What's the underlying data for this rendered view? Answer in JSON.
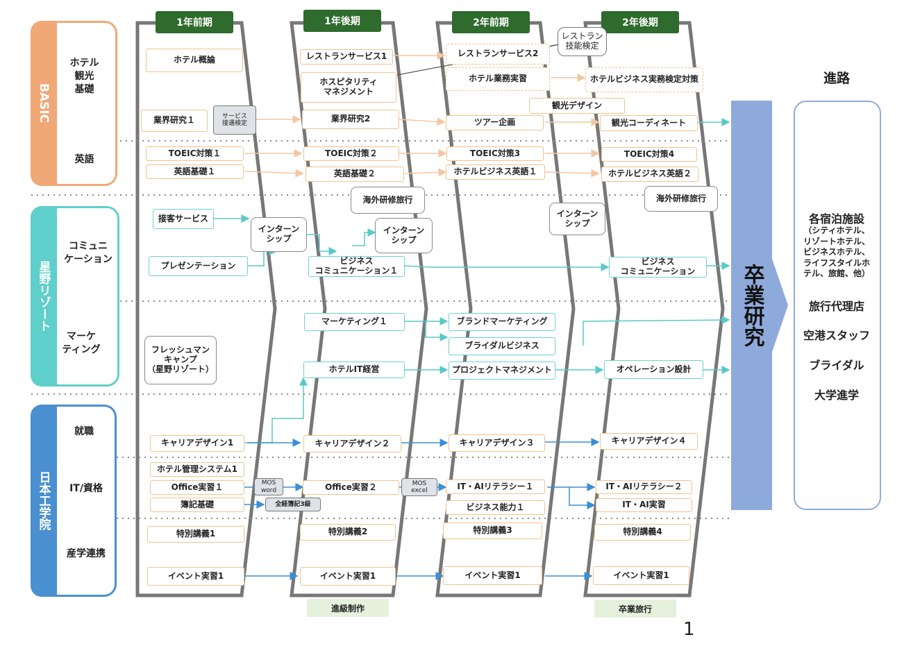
{
  "semesters": [
    "1年前期",
    "1年後期",
    "2年前期",
    "2年後期"
  ],
  "sections": {
    "basic": {
      "title": "BASIC",
      "color": "#f0a877",
      "subs": [
        "ホテル\n観光\n基礎",
        "英語"
      ]
    },
    "hoshino": {
      "title": "星野リゾート",
      "color": "#5fcfcb",
      "subs": [
        "コミュニ\nケーション",
        "マーケ\nティング"
      ]
    },
    "nihon": {
      "title": "日本工学院",
      "color": "#4a8fcf",
      "subs": [
        "就職",
        "IT/資格",
        "産学連携"
      ]
    }
  },
  "courses": {
    "hotel_gairon": "ホテル概論",
    "gyokai1": "業界研究１",
    "service_kentei": "サービス\n接遇検定",
    "toeic1": "TOEIC対策１",
    "eigo1": "英語基礎１",
    "restaurant1": "レストランサービス1",
    "hospitality": "ホスピタリティ\nマネジメント",
    "gyokai2": "業界研究2",
    "toeic2": "TOEIC対策２",
    "eigo2": "英語基礎２",
    "restaurant2": "レストランサービス2",
    "hotel_jisshu": "ホテル業務実習",
    "tour": "ツアー企画",
    "toeic3": "TOEIC対策3",
    "hb_eigo1": "ホテルビジネス英語１",
    "restaurant_kentei": "レストラン\n技能検定",
    "hb_kentei": "ホテルビジネス実務検定対策",
    "kanko_design": "観光デザイン",
    "kanko_coord": "観光コーディネート",
    "toeic4": "TOEIC対策4",
    "hb_eigo2": "ホテルビジネス英語２",
    "sekkyaku": "接客サービス",
    "presen": "プレゼンテーション",
    "intern1": "インターン\nシップ",
    "kaigai1": "海外研修旅行",
    "intern2": "インターン\nシップ",
    "bizcom1": "ビジネス\nコミュニケーション１",
    "intern3": "インターン\nシップ",
    "kaigai2": "海外研修旅行",
    "bizcom2": "ビジネス\nコミュニケーション",
    "freshman": "フレッシュマン\nキャンプ\n（星野リゾート）",
    "marketing1": "マーケティング１",
    "brand": "ブランドマーケティング",
    "bridal": "ブライダルビジネス",
    "hotel_it": "ホテルIT経営",
    "project": "プロジェクトマネジメント",
    "operation": "オペレーション設計",
    "career1": "キャリアデザイン1",
    "career2": "キャリアデザイン２",
    "career3": "キャリアデザイン３",
    "career4": "キャリアデザイン４",
    "hotel_sys": "ホテル管理システム1",
    "office1": "Office実習１",
    "mos_word": "MOS\nword",
    "boki": "簿記基礎",
    "zenkei": "全経簿記3級",
    "office2": "Office実習２",
    "mos_excel": "MOS\nexcel",
    "it_ai1": "IT・AIリテラシー１",
    "biz_noryoku": "ビジネス能力１",
    "it_ai2": "IT・AIリテラシー２",
    "it_ai_jisshu": "IT・AI実習",
    "tokubetsu1": "特別講義1",
    "tokubetsu2": "特別講義2",
    "tokubetsu3": "特別講義3",
    "tokubetsu4": "特別講義4",
    "event1": "イベント実習1",
    "event2": "イベント実習1",
    "event3": "イベント実習1",
    "event4": "イベント実習1"
  },
  "notes": {
    "shinkyu": "進級制作",
    "sotsugyo_ryoko": "卒業旅行"
  },
  "sotsugyo_kenkyu": "卒業研究",
  "career": {
    "heading": "進路",
    "shukuhaku": "各宿泊施設",
    "shukuhaku_detail": "（シティホテル、\nリゾートホテル、\nビジネスホテル、\nライフスタイルホ\nテル、旅館、他）",
    "ryoko": "旅行代理店",
    "kuko": "空港スタッフ",
    "bridal": "ブライダル",
    "daigaku": "大学進学"
  },
  "page_number": "1",
  "colors": {
    "orange_border": "#f0c28f",
    "teal_border": "#6fd0cf",
    "blue_arrow": "#3a8fd6",
    "semester_green": "#2e6b2d",
    "kenkyu_blue": "#8eaadb"
  }
}
